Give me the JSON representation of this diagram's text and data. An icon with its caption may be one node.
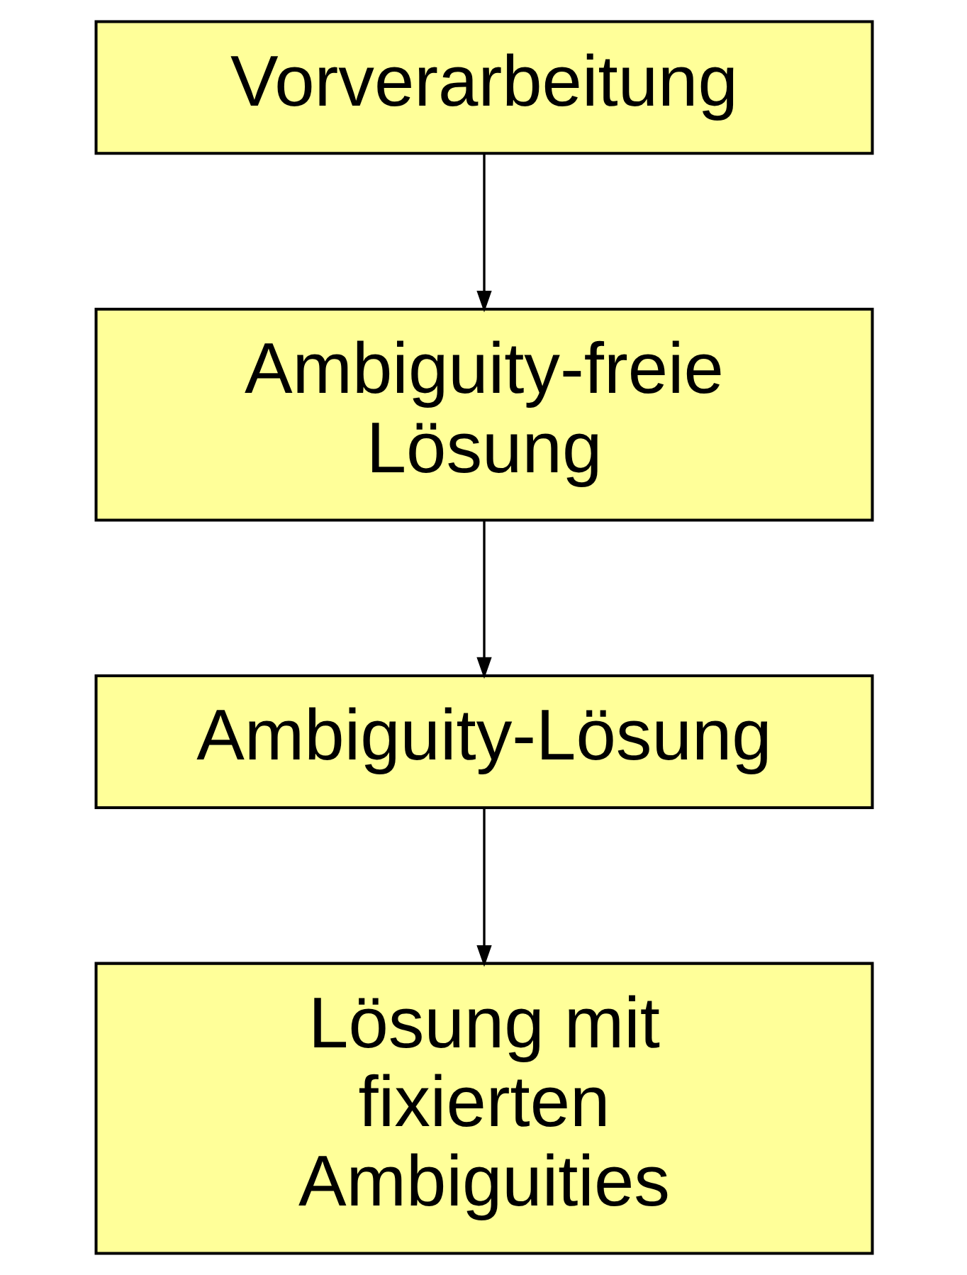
{
  "diagram": {
    "nodes": [
      {
        "text": [
          "Vorverarbeitung"
        ]
      },
      {
        "text": [
          "Ambiguity-freie Lösung"
        ]
      },
      {
        "text": [
          "Ambiguity-Lösung"
        ]
      },
      {
        "text": [
          "Lösung mit fixierten Ambiguities"
        ]
      }
    ],
    "edges": [
      {
        "from": 0,
        "to": 1,
        "arrow": "to"
      },
      {
        "from": 1,
        "to": 2,
        "arrow": "to"
      },
      {
        "from": 2,
        "to": 3,
        "arrow": "to"
      }
    ]
  }
}
